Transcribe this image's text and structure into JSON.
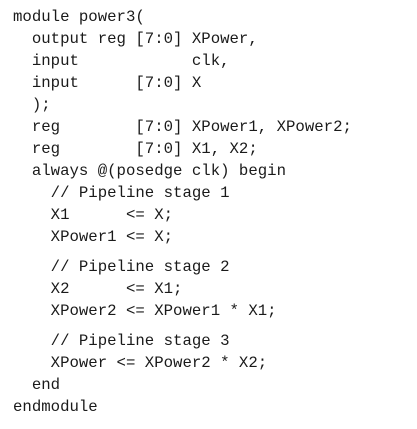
{
  "code": {
    "lines": [
      "module power3(",
      "  output reg [7:0] XPower,",
      "  input            clk,",
      "  input      [7:0] X",
      "  );",
      "  reg        [7:0] XPower1, XPower2;",
      "  reg        [7:0] X1, X2;",
      "  always @(posedge clk) begin",
      "    // Pipeline stage 1",
      "    X1      <= X;",
      "    XPower1 <= X;",
      "    // Pipeline stage 2",
      "    X2      <= X1;",
      "    XPower2 <= XPower1 * X1;",
      "    // Pipeline stage 3",
      "    XPower <= XPower2 * X2;",
      "  end",
      "endmodule"
    ]
  }
}
